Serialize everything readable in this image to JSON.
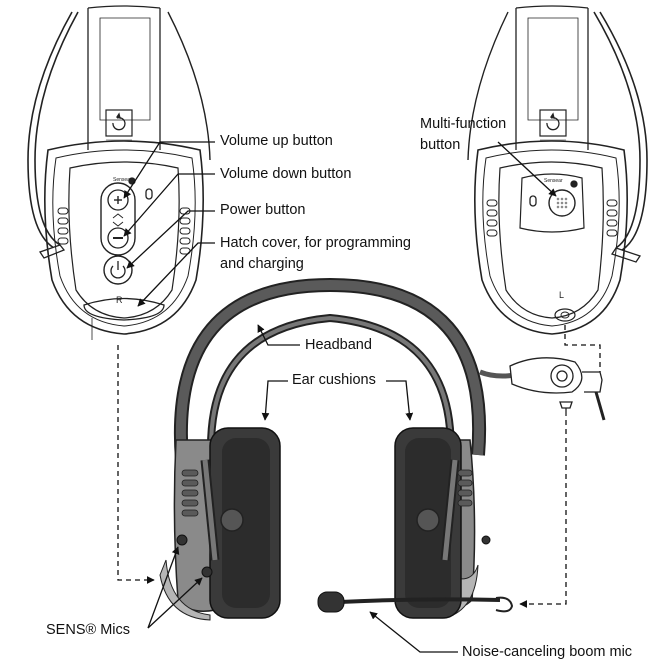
{
  "labels": {
    "volume_up": "Volume up button",
    "volume_down": "Volume down button",
    "power": "Power button",
    "hatch_line1": "Hatch cover, for programming",
    "hatch_line2": "and charging",
    "multi_line1": "Multi-function",
    "multi_line2": "button",
    "headband": "Headband",
    "ear_cushions": "Ear cushions",
    "sens_mics": "SENS® Mics",
    "boom_mic": "Noise-canceling boom mic"
  },
  "device_marks": {
    "right_cup_letter": "R",
    "left_cup_letter": "L",
    "brand": "Sensear"
  },
  "icons": [
    "plus-icon",
    "minus-icon",
    "power-icon",
    "sens-sticker-icon"
  ],
  "colors": {
    "line": "#222222",
    "cushion": "#3a3a3a",
    "shell": "#6f6f6f",
    "shell_light": "#a8a8a8",
    "headband": "#4a4a4a"
  }
}
